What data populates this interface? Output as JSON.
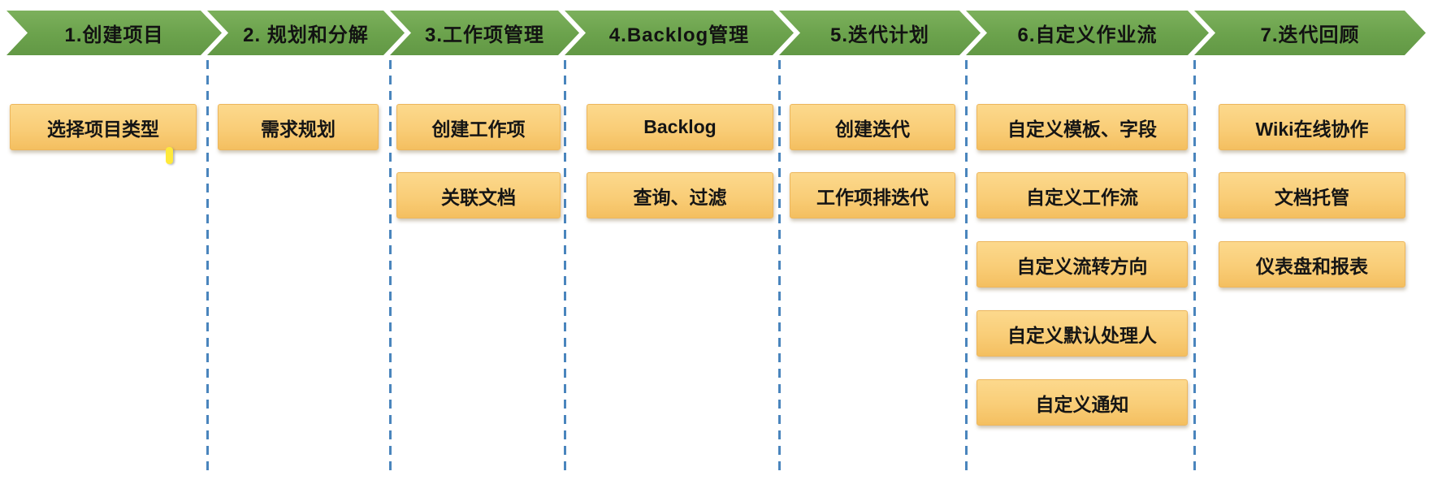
{
  "diagram": {
    "type": "process-flow",
    "colors": {
      "stage_green": "#6ba24c",
      "box_yellow_top": "#fcd98d",
      "box_yellow_bottom": "#f4bf60",
      "divider_blue": "#4a85bd",
      "text": "#151515",
      "cursor_yellow": "#ffe93a",
      "background": "#ffffff"
    },
    "stages": [
      {
        "label": "1.创建项目",
        "items": [
          "选择项目类型"
        ]
      },
      {
        "label": "2. 规划和分解",
        "items": [
          "需求规划"
        ]
      },
      {
        "label": "3.工作项管理",
        "items": [
          "创建工作项",
          "关联文档"
        ]
      },
      {
        "label": "4.Backlog管理",
        "items": [
          "Backlog",
          "查询、过滤"
        ]
      },
      {
        "label": "5.迭代计划",
        "items": [
          "创建迭代",
          "工作项排迭代"
        ]
      },
      {
        "label": "6.自定义作业流",
        "items": [
          "自定义模板、字段",
          "自定义工作流",
          "自定义流转方向",
          "自定义默认处理人",
          "自定义通知"
        ]
      },
      {
        "label": "7.迭代回顾",
        "items": [
          "Wiki在线协作",
          "文档托管",
          "仪表盘和报表"
        ]
      }
    ]
  }
}
